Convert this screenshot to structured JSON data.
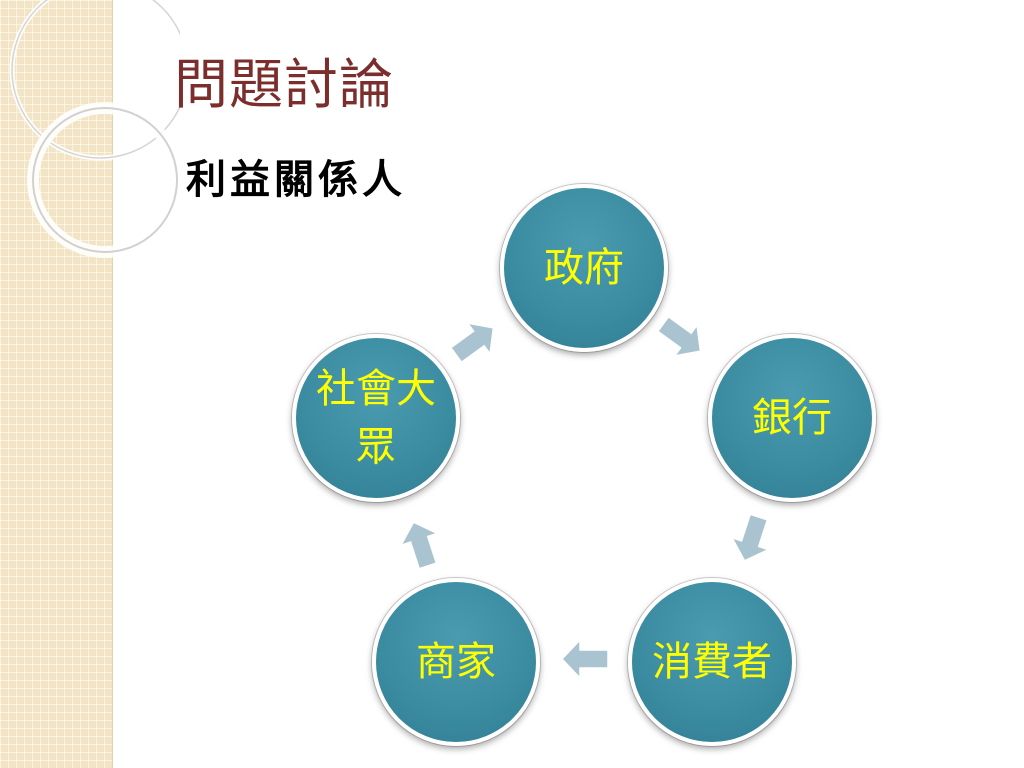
{
  "slide": {
    "title": "問題討論",
    "subtitle": "利益關係人"
  },
  "diagram": {
    "type": "cycle",
    "node_fill": "#3a8ba0",
    "node_text_color": "#ffff00",
    "arrow_color": "#a9c3d0",
    "nodes": [
      {
        "label": "政府"
      },
      {
        "label": "銀行"
      },
      {
        "label": "消費者"
      },
      {
        "label": "商家"
      },
      {
        "label": "社會大眾"
      }
    ]
  },
  "colors": {
    "title": "#7b2e2c",
    "sidebar": "#f2e4c4"
  }
}
